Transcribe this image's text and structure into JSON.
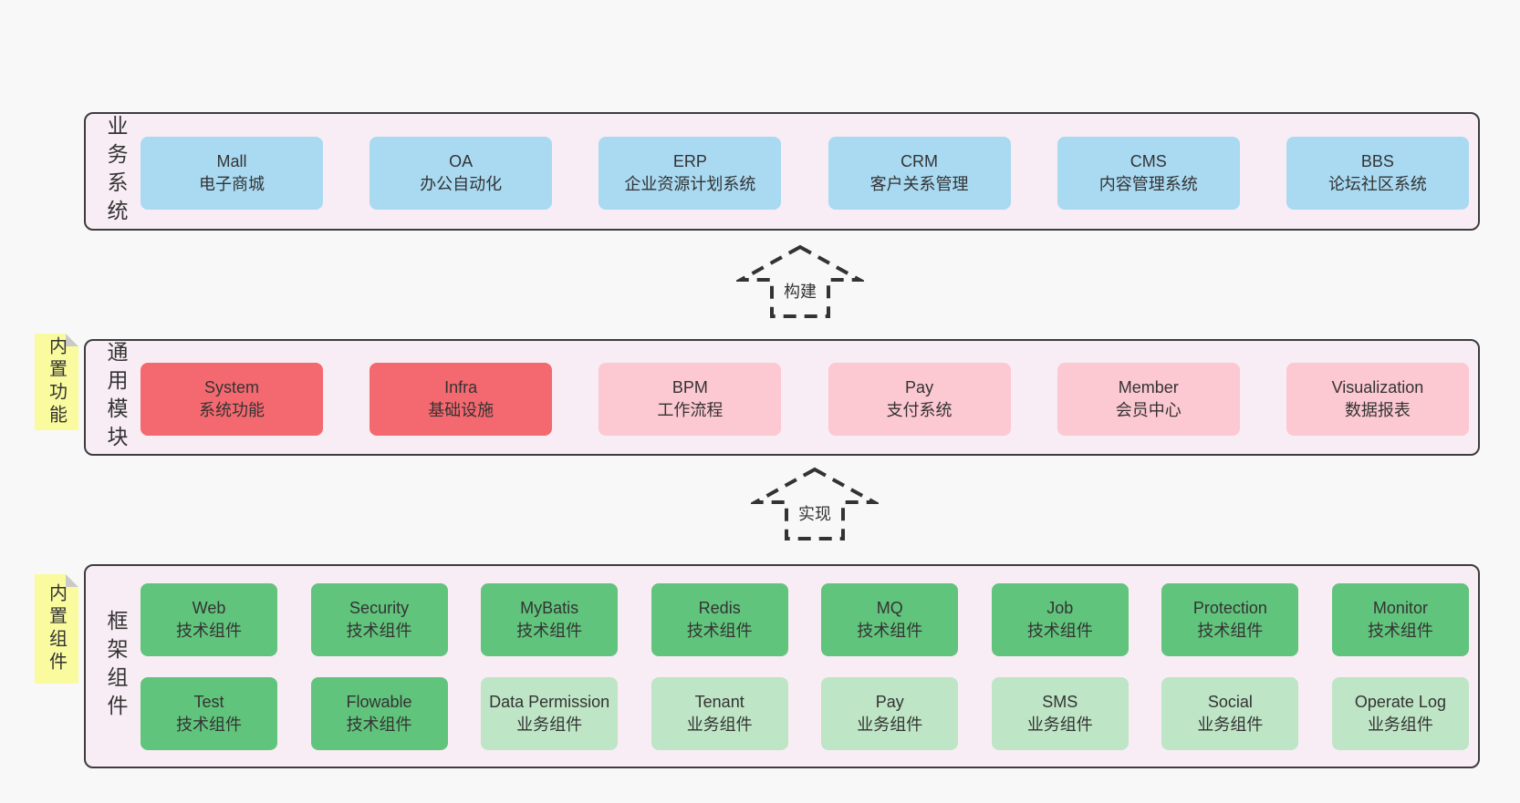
{
  "colors": {
    "panel_background": "#f8edf4",
    "panel_border": "#3d3d3d",
    "box_blue": "#a9daf2",
    "box_red": "#f4696f",
    "box_pink": "#fcc8d2",
    "box_green": "#61c47c",
    "box_green_light": "#bee5c5",
    "sticky_yellow": "#fafb9e",
    "sticky_fold_gray": "#c9c9c9",
    "text": "#333333"
  },
  "arrows": [
    {
      "label": "构建"
    },
    {
      "label": "实现"
    }
  ],
  "layers": [
    {
      "id": "business-systems",
      "label": "业务系统",
      "boxes": [
        {
          "name": "Mall",
          "subtitle": "电子商城"
        },
        {
          "name": "OA",
          "subtitle": "办公自动化"
        },
        {
          "name": "ERP",
          "subtitle": "企业资源计划系统"
        },
        {
          "name": "CRM",
          "subtitle": "客户关系管理"
        },
        {
          "name": "CMS",
          "subtitle": "内容管理系统"
        },
        {
          "name": "BBS",
          "subtitle": "论坛社区系统"
        }
      ]
    },
    {
      "id": "common-modules",
      "label": "通用模块",
      "note": "内置功能",
      "boxes": [
        {
          "name": "System",
          "subtitle": "系统功能"
        },
        {
          "name": "Infra",
          "subtitle": "基础设施"
        },
        {
          "name": "BPM",
          "subtitle": "工作流程"
        },
        {
          "name": "Pay",
          "subtitle": "支付系统"
        },
        {
          "name": "Member",
          "subtitle": "会员中心"
        },
        {
          "name": "Visualization",
          "subtitle": "数据报表"
        }
      ]
    },
    {
      "id": "framework-components",
      "label": "框架组件",
      "note": "内置组件",
      "rows": [
        [
          {
            "name": "Web",
            "subtitle": "技术组件"
          },
          {
            "name": "Security",
            "subtitle": "技术组件"
          },
          {
            "name": "MyBatis",
            "subtitle": "技术组件"
          },
          {
            "name": "Redis",
            "subtitle": "技术组件"
          },
          {
            "name": "MQ",
            "subtitle": "技术组件"
          },
          {
            "name": "Job",
            "subtitle": "技术组件"
          },
          {
            "name": "Protection",
            "subtitle": "技术组件"
          },
          {
            "name": "Monitor",
            "subtitle": "技术组件"
          }
        ],
        [
          {
            "name": "Test",
            "subtitle": "技术组件"
          },
          {
            "name": "Flowable",
            "subtitle": "技术组件"
          },
          {
            "name": "Data Permission",
            "subtitle": "业务组件"
          },
          {
            "name": "Tenant",
            "subtitle": "业务组件"
          },
          {
            "name": "Pay",
            "subtitle": "业务组件"
          },
          {
            "name": "SMS",
            "subtitle": "业务组件"
          },
          {
            "name": "Social",
            "subtitle": "业务组件"
          },
          {
            "name": "Operate Log",
            "subtitle": "业务组件"
          }
        ]
      ]
    }
  ]
}
